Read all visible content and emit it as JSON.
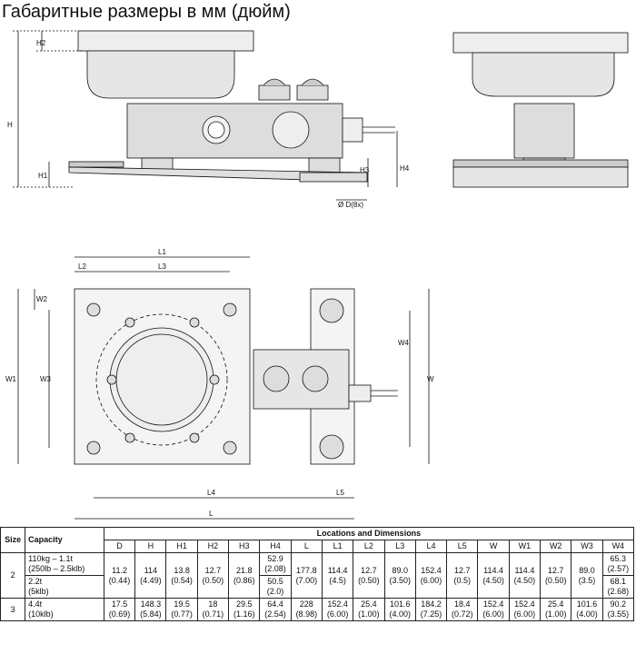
{
  "title": "Габаритные размеры в мм (дюйм)",
  "labels": {
    "H2": "H2",
    "H": "H",
    "H1": "H1",
    "H3": "H3",
    "H4": "H4",
    "D8x": "Ø D(8x)",
    "L1": "L1",
    "L2": "L2",
    "L3": "L3",
    "L4": "L4",
    "L5": "L5",
    "L": "L",
    "W": "W",
    "W1": "W1",
    "W2": "W2",
    "W3": "W3",
    "W4": "W4"
  },
  "table": {
    "size_header": "Size",
    "capacity_header": "Capacity",
    "group_header": "Locations and Dimensions",
    "columns": [
      "D",
      "H",
      "H1",
      "H2",
      "H3",
      "H4",
      "L",
      "L1",
      "L2",
      "L3",
      "L4",
      "L5",
      "W",
      "W1",
      "W2",
      "W3",
      "W4"
    ],
    "rows": [
      {
        "size": "2",
        "cap_a1": "110kg – 1.1t",
        "cap_a2": "(250lb – 2.5klb)",
        "cap_b1": "2.2t",
        "cap_b2": "(5klb)",
        "D": [
          "11.2",
          "(0.44)"
        ],
        "H": [
          "114",
          "(4.49)"
        ],
        "H1": [
          "13.8",
          "(0.54)"
        ],
        "H2": [
          "12.7",
          "(0.50)"
        ],
        "H3": [
          "21.8",
          "(0.86)"
        ],
        "H4a": [
          "52.9",
          "(2.08)"
        ],
        "H4b": [
          "50.5",
          "(2.0)"
        ],
        "L": [
          "177.8",
          "(7.00)"
        ],
        "L1": [
          "114.4",
          "(4.5)"
        ],
        "L2": [
          "12.7",
          "(0.50)"
        ],
        "L3": [
          "89.0",
          "(3.50)"
        ],
        "L4": [
          "152.4",
          "(6.00)"
        ],
        "L5": [
          "12.7",
          "(0.5)"
        ],
        "W": [
          "114.4",
          "(4.50)"
        ],
        "W1": [
          "114.4",
          "(4.50)"
        ],
        "W2": [
          "12.7",
          "(0.50)"
        ],
        "W3": [
          "89.0",
          "(3.5)"
        ],
        "W4a": [
          "65.3",
          "(2.57)"
        ],
        "W4b": [
          "68.1",
          "(2.68)"
        ]
      },
      {
        "size": "3",
        "cap_a1": "4.4t",
        "cap_a2": "(10klb)",
        "D": [
          "17.5",
          "(0.69)"
        ],
        "H": [
          "148.3",
          "(5.84)"
        ],
        "H1": [
          "19.5",
          "(0.77)"
        ],
        "H2": [
          "18",
          "(0.71)"
        ],
        "H3": [
          "29.5",
          "(1.16)"
        ],
        "H4": [
          "64.4",
          "(2.54)"
        ],
        "L": [
          "228",
          "(8.98)"
        ],
        "L1": [
          "152.4",
          "(6.00)"
        ],
        "L2": [
          "25.4",
          "(1.00)"
        ],
        "L3": [
          "101.6",
          "(4.00)"
        ],
        "L4": [
          "184.2",
          "(7.25)"
        ],
        "L5": [
          "18.4",
          "(0.72)"
        ],
        "W": [
          "152.4",
          "(6.00)"
        ],
        "W1": [
          "152.4",
          "(6.00)"
        ],
        "W2": [
          "25.4",
          "(1.00)"
        ],
        "W3": [
          "101.6",
          "(4.00)"
        ],
        "W4": [
          "90.2",
          "(3.55)"
        ]
      }
    ]
  }
}
